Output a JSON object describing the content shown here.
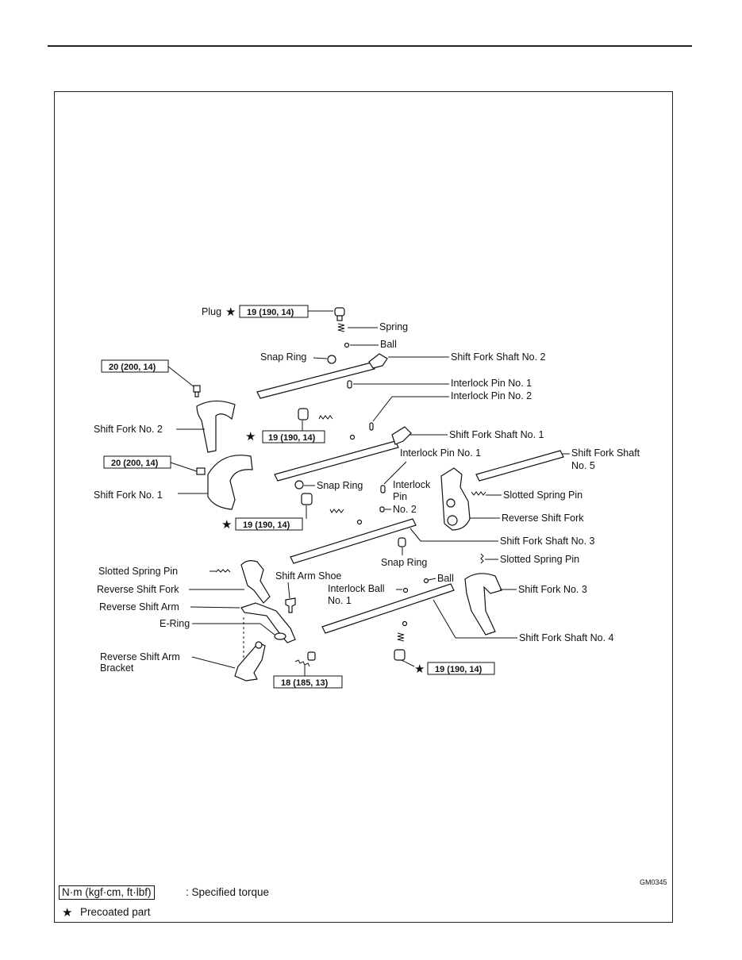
{
  "labels": {
    "plug": "Plug",
    "spring": "Spring",
    "ball": "Ball",
    "snap_ring_top": "Snap Ring",
    "shift_fork_shaft_2": "Shift Fork Shaft No. 2",
    "interlock_pin_1_top": "Interlock Pin No. 1",
    "interlock_pin_2_top": "Interlock Pin No. 2",
    "shift_fork_2": "Shift Fork No. 2",
    "shift_fork_shaft_1": "Shift Fork Shaft No. 1",
    "interlock_pin_1_mid": "Interlock Pin No. 1",
    "shift_fork_shaft_5_a": "Shift Fork Shaft",
    "shift_fork_shaft_5_b": "No. 5",
    "shift_fork_1": "Shift Fork No. 1",
    "snap_ring_mid": "Snap Ring",
    "interlock_pin_a": "Interlock",
    "interlock_pin_b": "Pin",
    "interlock_pin_c": "No. 2",
    "slotted_spring_pin_right": "Slotted Spring Pin",
    "reverse_shift_fork_right": "Reverse Shift Fork",
    "shift_fork_shaft_3": "Shift Fork Shaft No. 3",
    "snap_ring_low": "Snap Ring",
    "slotted_spring_pin_right2": "Slotted Spring Pin",
    "slotted_spring_pin_left": "Slotted Spring Pin",
    "shift_arm_shoe": "Shift Arm Shoe",
    "ball_low": "Ball",
    "interlock_ball_a": "Interlock Ball",
    "interlock_ball_b": "No. 1",
    "reverse_shift_fork_left": "Reverse Shift Fork",
    "shift_fork_3": "Shift Fork No. 3",
    "reverse_shift_arm": "Reverse Shift Arm",
    "e_ring": "E-Ring",
    "shift_fork_shaft_4": "Shift Fork Shaft No. 4",
    "reverse_shift_arm_bracket_a": "Reverse Shift Arm",
    "reverse_shift_arm_bracket_b": "Bracket"
  },
  "torque_boxes": {
    "plug": "19 (190, 14)",
    "fork2_bolt": "20 (200, 14)",
    "mid_upper": "19 (190, 14)",
    "fork1_bolt": "20 (200, 14)",
    "mid_lower": "19 (190, 14)",
    "bracket_bolt": "18 (185, 13)",
    "bottom_plug": "19 (190, 14)"
  },
  "legend": {
    "torque_unit": "N·m (kgf·cm, ft·lbf)",
    "torque_desc": ":  Specified torque",
    "star": "★",
    "star_desc": "Precoated part"
  },
  "figure_code": "GM0345"
}
